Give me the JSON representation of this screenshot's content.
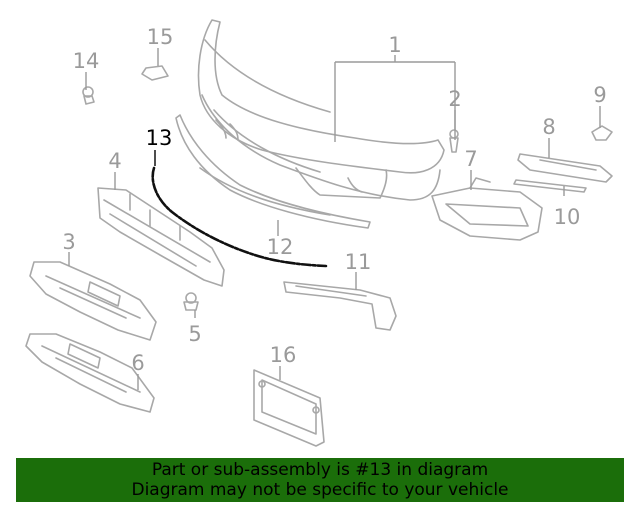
{
  "callouts": {
    "c1": "1",
    "c2": "2",
    "c3": "3",
    "c4": "4",
    "c5": "5",
    "c6": "6",
    "c7": "7",
    "c8": "8",
    "c9": "9",
    "c10": "10",
    "c11": "11",
    "c12": "12",
    "c13": "13",
    "c14": "14",
    "c15": "15",
    "c16": "16"
  },
  "highlighted_part": "13",
  "colors": {
    "banner": "#1b6e0a",
    "part_lines": "#a8a8a8",
    "highlight": "#111111"
  },
  "banner": {
    "line1": "Part or sub-assembly is #13 in diagram",
    "line2": "Diagram may not be specific to your vehicle"
  }
}
